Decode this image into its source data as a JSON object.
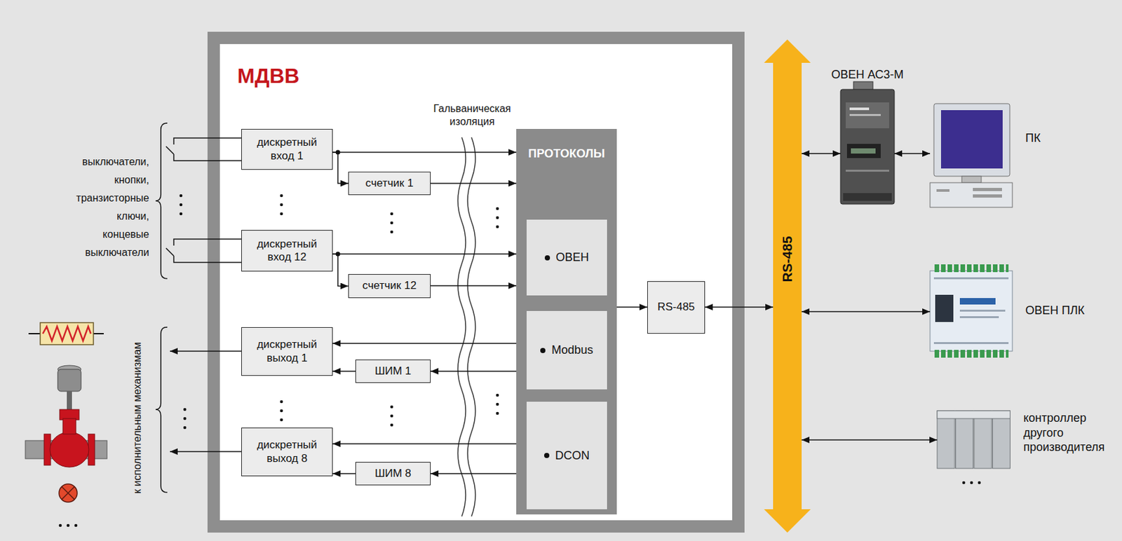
{
  "diagram": {
    "nodes": [
      {
        "text": [
          "МДВВ"
        ]
      },
      {
        "text": [
          "дискретный вход 1"
        ],
        "in": 0
      },
      {
        "text": [
          "счетчик 1"
        ],
        "in": 0
      },
      {
        "text": [
          "дискретный вход 12"
        ],
        "in": 0
      },
      {
        "text": [
          "счетчик 12"
        ],
        "in": 0
      },
      {
        "text": [
          "дискретный выход 1"
        ],
        "in": 0
      },
      {
        "text": [
          "ШИМ 1"
        ],
        "in": 0
      },
      {
        "text": [
          "дискретный выход 8"
        ],
        "in": 0
      },
      {
        "text": [
          "ШИМ 8"
        ],
        "in": 0
      },
      {
        "text": [
          "ПРОТОКОЛЫ"
        ],
        "in": 0
      },
      {
        "text": [
          "ОВЕН"
        ],
        "in": 9
      },
      {
        "text": [
          "Modbus"
        ],
        "in": 9
      },
      {
        "text": [
          "DCON"
        ],
        "in": 9
      },
      {
        "text": [
          "RS-485"
        ],
        "in": 0
      },
      {
        "text": [
          "RS-485"
        ]
      },
      {
        "text": [
          "ОВЕН АС3-М"
        ]
      },
      {
        "text": [
          "ПК"
        ]
      },
      {
        "text": [
          "ОВЕН ПЛК"
        ]
      },
      {
        "text": [
          "контроллер другого производителя"
        ]
      }
    ],
    "edges": [
      {
        "from": 1,
        "to": 9,
        "arrow": "to"
      },
      {
        "from": 1,
        "to": 2,
        "arrow": "to"
      },
      {
        "from": 2,
        "to": 9,
        "arrow": "to"
      },
      {
        "from": 3,
        "to": 9,
        "arrow": "to"
      },
      {
        "from": 3,
        "to": 4,
        "arrow": "to"
      },
      {
        "from": 4,
        "to": 9,
        "arrow": "to"
      },
      {
        "from": 9,
        "to": 5,
        "arrow": "to"
      },
      {
        "from": 9,
        "to": 6,
        "arrow": "to"
      },
      {
        "from": 6,
        "to": 5,
        "arrow": "to"
      },
      {
        "from": 9,
        "to": 7,
        "arrow": "to"
      },
      {
        "from": 9,
        "to": 8,
        "arrow": "to"
      },
      {
        "from": 8,
        "to": 7,
        "arrow": "to"
      },
      {
        "from": 9,
        "to": 13,
        "arrow": "to"
      },
      {
        "from": 13,
        "to": 14,
        "arrow": "both"
      },
      {
        "from": 14,
        "to": 15,
        "arrow": "both"
      },
      {
        "from": 15,
        "to": 16,
        "arrow": "both"
      },
      {
        "from": 14,
        "to": 17,
        "arrow": "both"
      },
      {
        "from": 14,
        "to": 18,
        "arrow": "both"
      }
    ],
    "labels": [
      "Гальваническая изоляция",
      "выключатели, кнопки, транзисторные ключи, концевые выключатели",
      "к исполнительным механизмам"
    ]
  }
}
